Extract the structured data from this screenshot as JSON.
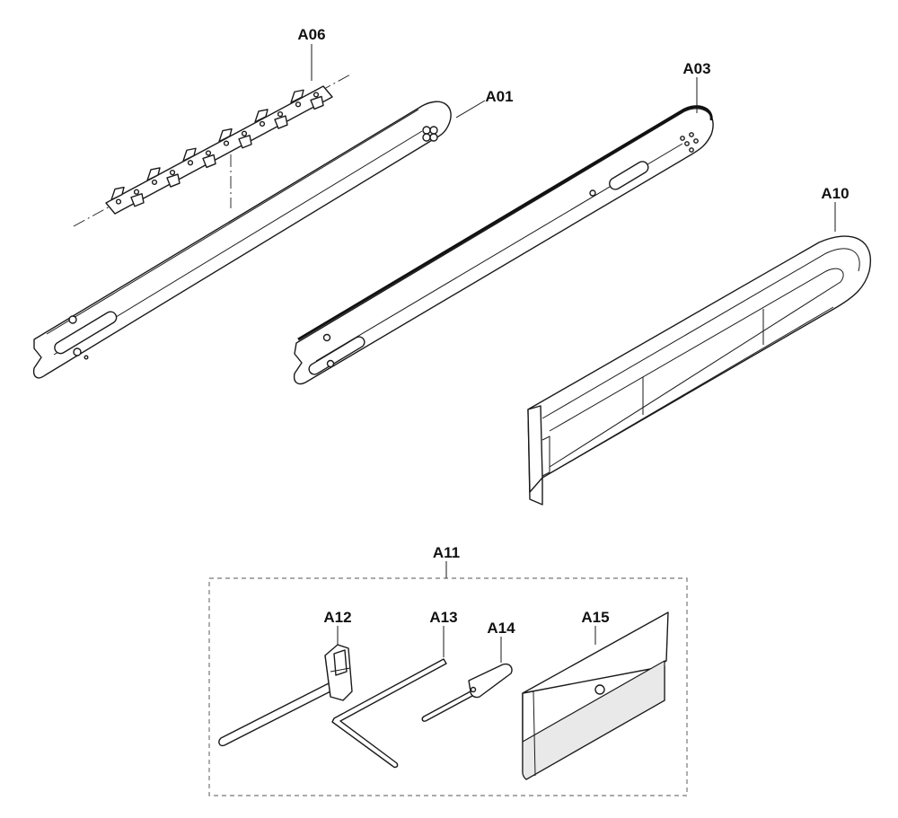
{
  "labels": {
    "A01": "A01",
    "A03": "A03",
    "A06": "A06",
    "A10": "A10",
    "A11": "A11",
    "A12": "A12",
    "A13": "A13",
    "A14": "A14",
    "A15": "A15"
  },
  "colors": {
    "line": "#1a1a1a",
    "box_border": "#777777",
    "background": "#ffffff"
  }
}
